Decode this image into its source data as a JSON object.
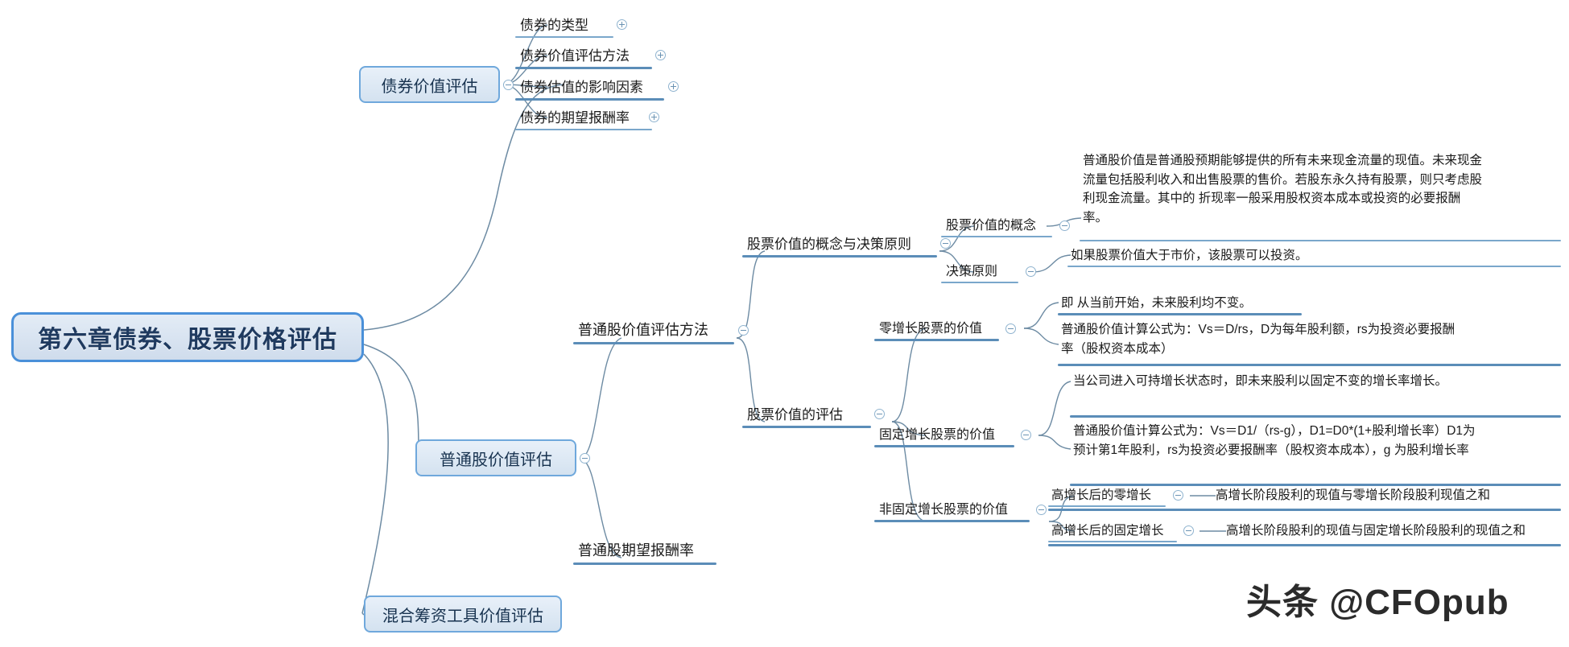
{
  "root": {
    "label": "第六章债券、股票价格评估"
  },
  "branches": {
    "bond": {
      "label": "债券价值评估",
      "toggle": "collapse-circle-icon",
      "children": [
        {
          "label": "债券的类型",
          "toggle": "expand-circle-icon"
        },
        {
          "label": "债券价值评估方法",
          "toggle": "expand-circle-icon"
        },
        {
          "label": "债券估值的影响因素",
          "toggle": "expand-circle-icon"
        },
        {
          "label": "债券的期望报酬率",
          "toggle": "expand-circle-icon"
        }
      ]
    },
    "common_stock": {
      "label": "普通股价值评估",
      "toggle": "collapse-circle-icon",
      "method": {
        "label": "普通股价值评估方法",
        "toggle": "collapse-circle-icon",
        "concept_group": {
          "label": "股票价值的概念与决策原则",
          "toggle": "collapse-circle-icon",
          "items": [
            {
              "label": "股票价值的概念",
              "toggle": "collapse-circle-icon",
              "detail": "普通股价值是普通股预期能够提供的所有未来现金流量的现值。未来现金流量包括股利收入和出售股票的售价。若股东永久持有股票，则只考虑股利现金流量。其中的 折现率一般采用股权资本成本或投资的必要报酬率。"
            },
            {
              "label": "决策原则",
              "toggle": "collapse-circle-icon",
              "detail": "如果股票价值大于市价，该股票可以投资。"
            }
          ]
        },
        "valuation_group": {
          "label": "股票价值的评估",
          "toggle": "collapse-circle-icon",
          "items": [
            {
              "label": "零增长股票的价值",
              "toggle": "collapse-circle-icon",
              "details": [
                "即 从当前开始，未来股利均不变。",
                "普通股价值计算公式为：Vs＝D/rs，D为每年股利额，rs为投资必要报酬率（股权资本成本）"
              ]
            },
            {
              "label": "固定增长股票的价值",
              "toggle": "collapse-circle-icon",
              "details": [
                "当公司进入可持增长状态时，即未来股利以固定不变的增长率增长。",
                "普通股价值计算公式为：Vs＝D1/（rs-g），D1=D0*(1+股利增长率）D1为预计第1年股利，rs为投资必要报酬率（股权资本成本），g 为股利增长率"
              ]
            },
            {
              "label": "非固定增长股票的价值",
              "toggle": "collapse-circle-icon",
              "sub_items": [
                {
                  "label": "高增长后的零增长",
                  "toggle": "collapse-circle-icon",
                  "detail": "高增长阶段股利的现值与零增长阶段股利现值之和"
                },
                {
                  "label": "高增长后的固定增长",
                  "toggle": "collapse-circle-icon",
                  "detail": "高增长阶段股利的现值与固定增长阶段股利的现值之和"
                }
              ]
            }
          ]
        }
      },
      "expected_return": {
        "label": "普通股期望报酬率"
      }
    },
    "hybrid": {
      "label": "混合筹资工具价值评估"
    }
  },
  "watermark": {
    "text": "头条 @CFOpub"
  },
  "colors": {
    "root_border": "#4a90d9",
    "node_border": "#6fa8dc",
    "underline": "#5b8db8",
    "link": "#6d8ba3",
    "text": "#1a1a1a",
    "root_text": "#1f3a5f"
  }
}
